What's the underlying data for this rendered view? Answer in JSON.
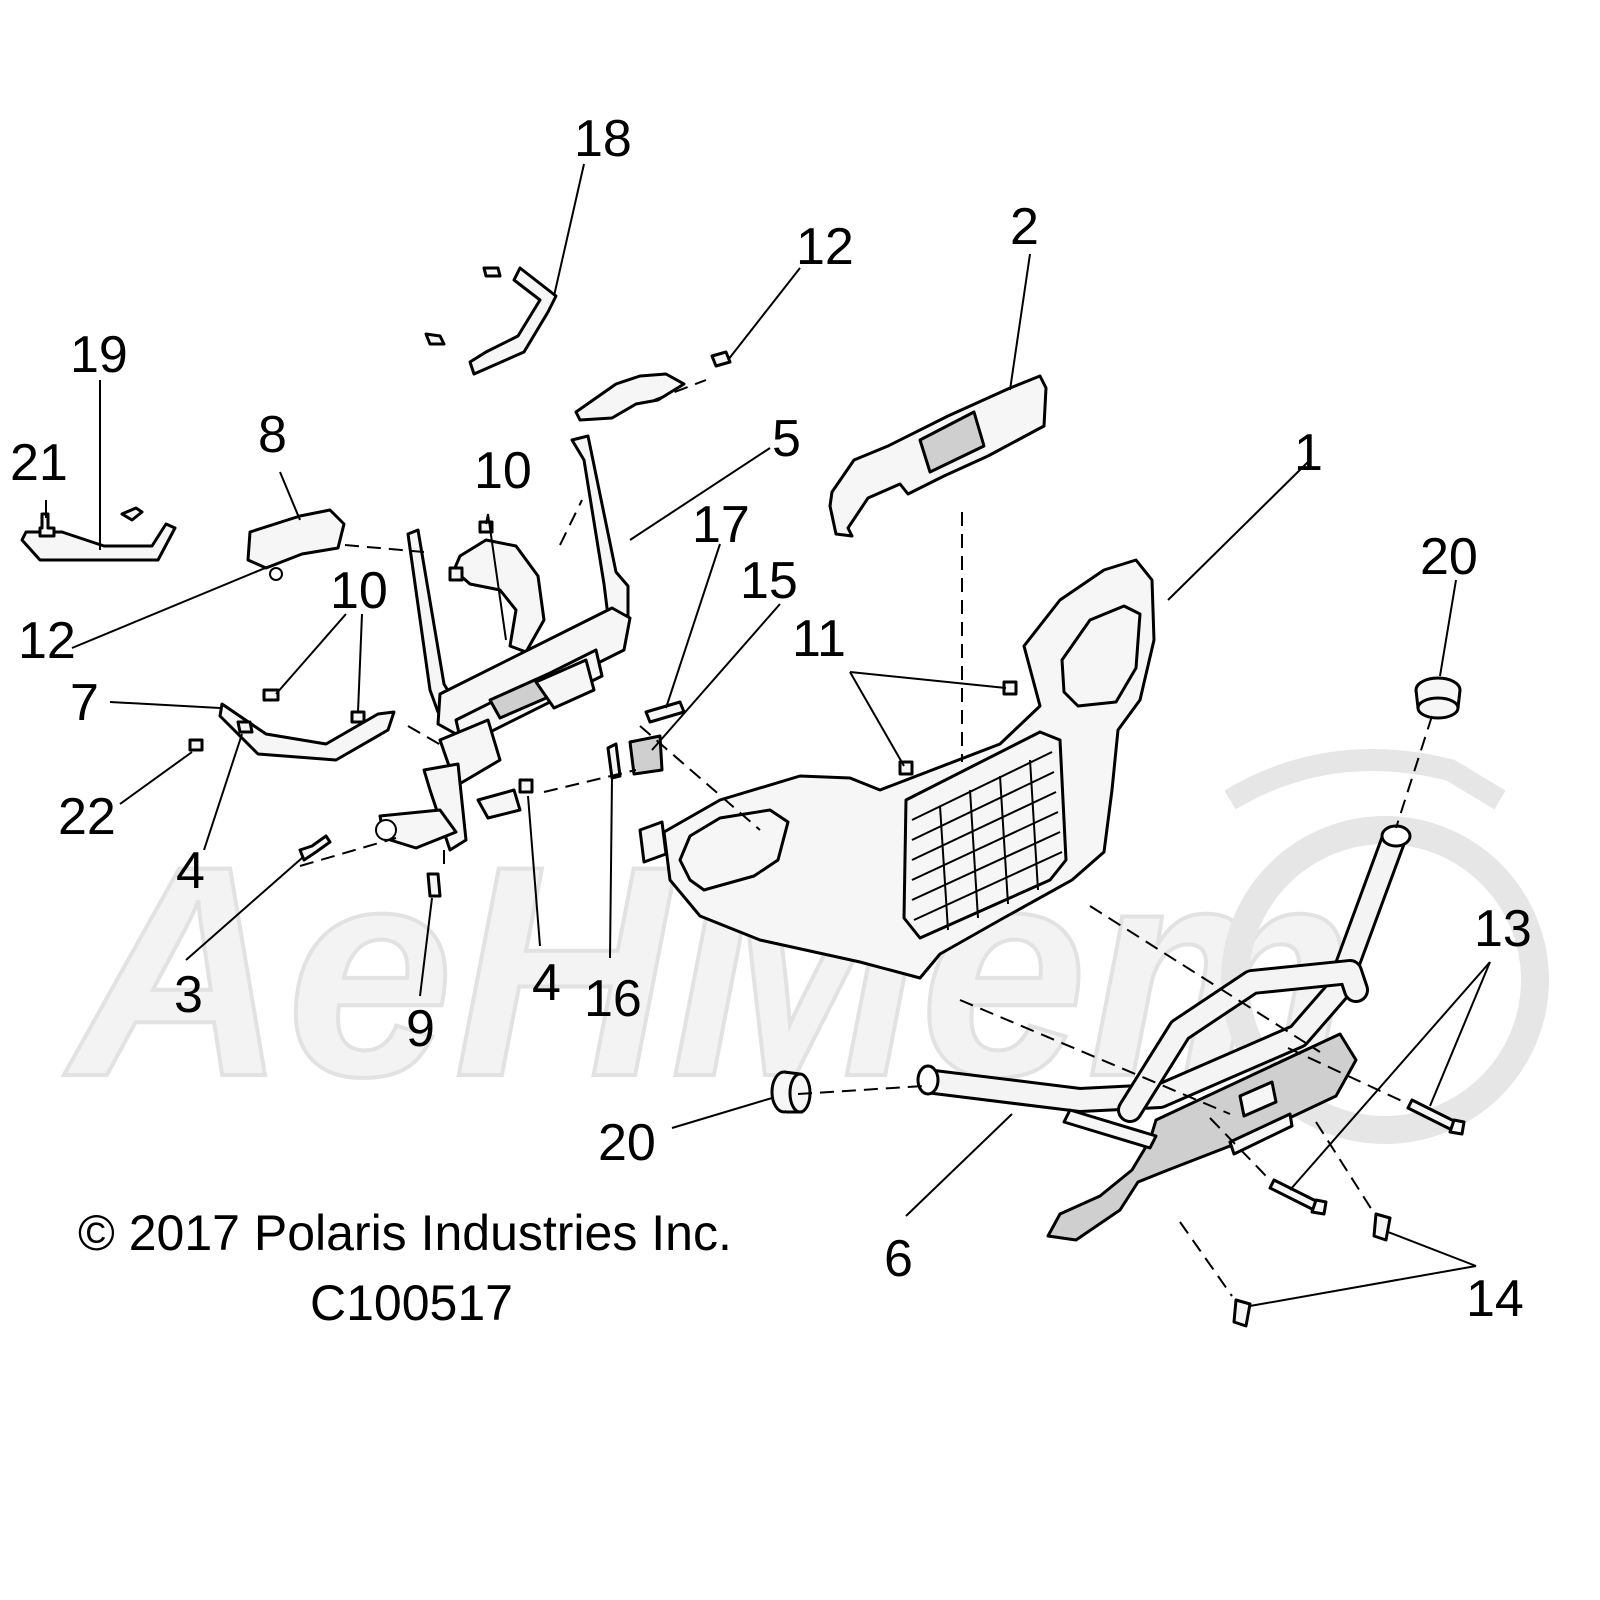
{
  "copyright": "© 2017 Polaris Industries Inc.",
  "diagram_code": "C100517",
  "watermark": "AeHMem",
  "callouts": {
    "c1": "1",
    "c2": "2",
    "c3": "3",
    "c4a": "4",
    "c4b": "4",
    "c5": "5",
    "c6": "6",
    "c7": "7",
    "c8": "8",
    "c9": "9",
    "c10a": "10",
    "c10b": "10",
    "c11": "11",
    "c12a": "12",
    "c12b": "12",
    "c13": "13",
    "c14": "14",
    "c15": "15",
    "c16": "16",
    "c17": "17",
    "c18": "18",
    "c19": "19",
    "c20a": "20",
    "c20b": "20",
    "c21": "21",
    "c22": "22"
  }
}
